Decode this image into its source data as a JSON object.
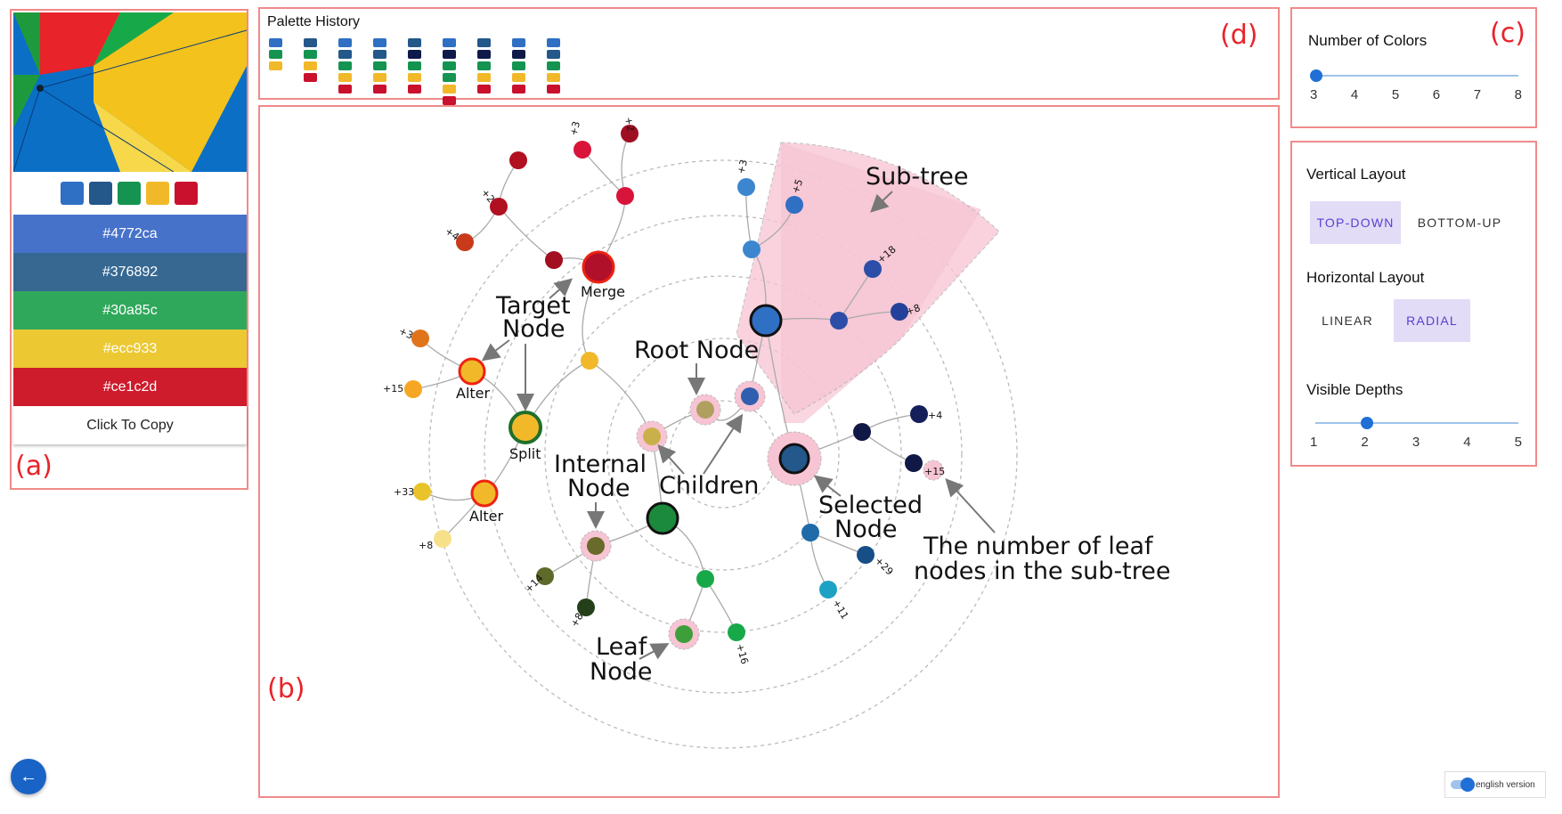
{
  "panel_a": {
    "letter": "(a)",
    "swatches": [
      "#2f6fc4",
      "#24578a",
      "#149450",
      "#f1b92a",
      "#c9112d"
    ],
    "colors": [
      {
        "hex_label": "#4772ca",
        "bg": "#4772ca"
      },
      {
        "hex_label": "#376892",
        "bg": "#376892"
      },
      {
        "hex_label": "#30a85c",
        "bg": "#30a85c"
      },
      {
        "hex_label": "#ecc933",
        "bg": "#ecc933"
      },
      {
        "hex_label": "#ce1c2d",
        "bg": "#ce1c2d"
      }
    ],
    "copy_label": "Click To Copy"
  },
  "panel_d": {
    "letter": "(d)",
    "title": "Palette History",
    "history": [
      [
        "#2f6fc4",
        "#149450",
        "#f1b92a"
      ],
      [
        "#24578a",
        "#149450",
        "#f1b92a",
        "#c9112d"
      ],
      [
        "#2f6fc4",
        "#24578a",
        "#149450",
        "#f1b92a",
        "#c9112d"
      ],
      [
        "#2f6fc4",
        "#24578a",
        "#149450",
        "#f1b92a",
        "#c9112d"
      ],
      [
        "#24578a",
        "#0f1a4a",
        "#149450",
        "#f1b92a",
        "#c9112d"
      ],
      [
        "#2f6fc4",
        "#0f1a4a",
        "#149450",
        "#149450",
        "#f1b92a",
        "#c9112d"
      ],
      [
        "#24578a",
        "#0f1a4a",
        "#149450",
        "#f1b92a",
        "#c9112d"
      ],
      [
        "#2f6fc4",
        "#0f1a4a",
        "#149450",
        "#f1b92a",
        "#c9112d"
      ],
      [
        "#2f6fc4",
        "#24578a",
        "#149450",
        "#f1b92a",
        "#c9112d"
      ]
    ]
  },
  "panel_b": {
    "letter": "(b)",
    "annotations": {
      "sub_tree": "Sub-tree",
      "target_node_1": "Target",
      "target_node_2": "Node",
      "root_node": "Root Node",
      "merge": "Merge",
      "alter_top": "Alter",
      "split": "Split",
      "alter_bottom": "Alter",
      "internal_node_1": "Internal",
      "internal_node_2": "Node",
      "children": "Children",
      "selected_node_1": "Selected",
      "selected_node_2": "Node",
      "leaf_count_1": "The number of leaf",
      "leaf_count_2": "nodes in the sub-tree",
      "leaf_node_1": "Leaf",
      "leaf_node_2": "Node"
    },
    "leaf_counts": {
      "a": "+3",
      "b": "+2",
      "c": "+2",
      "d": "+4",
      "e": "+3",
      "f": "+5",
      "g": "+18",
      "h": "+8",
      "i": "+3",
      "j": "+15",
      "k": "+4",
      "l": "+15",
      "m": "+33",
      "n": "+8",
      "o": "+29",
      "p": "+11",
      "q": "+14",
      "r": "+8",
      "s": "+16"
    }
  },
  "panel_c": {
    "letter": "(c)",
    "num_colors_title": "Number of Colors",
    "num_colors_ticks": [
      "3",
      "4",
      "5",
      "6",
      "7",
      "8"
    ],
    "num_colors_value": 3,
    "vertical_layout_title": "Vertical Layout",
    "vertical_options": [
      "TOP-DOWN",
      "BOTTOM-UP"
    ],
    "vertical_selected": "TOP-DOWN",
    "horizontal_layout_title": "Horizontal Layout",
    "horizontal_options": [
      "LINEAR",
      "RADIAL"
    ],
    "horizontal_selected": "RADIAL",
    "visible_depths_title": "Visible Depths",
    "depth_ticks": [
      "1",
      "2",
      "3",
      "4",
      "5"
    ],
    "depth_value": 2
  },
  "toggle_label": "english version",
  "back_icon": "arrow-left-icon"
}
